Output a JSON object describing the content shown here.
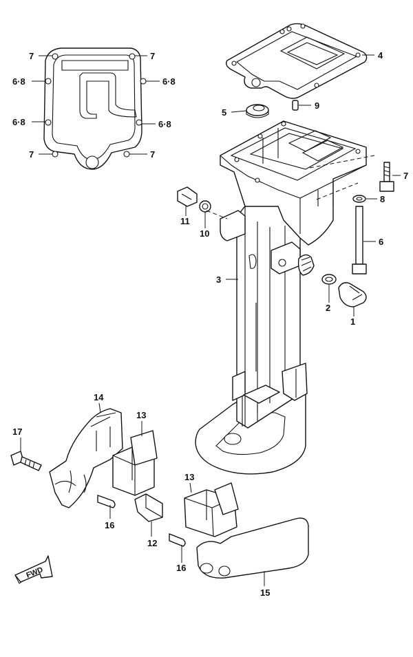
{
  "callouts": {
    "c1": "1",
    "c2": "2",
    "c3": "3",
    "c4": "4",
    "c5": "5",
    "c6": "6",
    "c7_left_top": "7",
    "c7_right_top": "7",
    "c7_left_bottom": "7",
    "c7_right_bottom": "7",
    "c7_bolt": "7",
    "c68_left_upper": "6·8",
    "c68_right_upper": "6·8",
    "c68_left_lower": "6·8",
    "c68_right_lower": "6·8",
    "c8": "8",
    "c9": "9",
    "c10": "10",
    "c11": "11",
    "c12": "12",
    "c13_upper": "13",
    "c13_lower": "13",
    "c14": "14",
    "c15": "15",
    "c16_left": "16",
    "c16_lower": "16",
    "c17": "17"
  },
  "direction_badge": {
    "text": "FWD",
    "icon": "forward-arrow-icon"
  }
}
